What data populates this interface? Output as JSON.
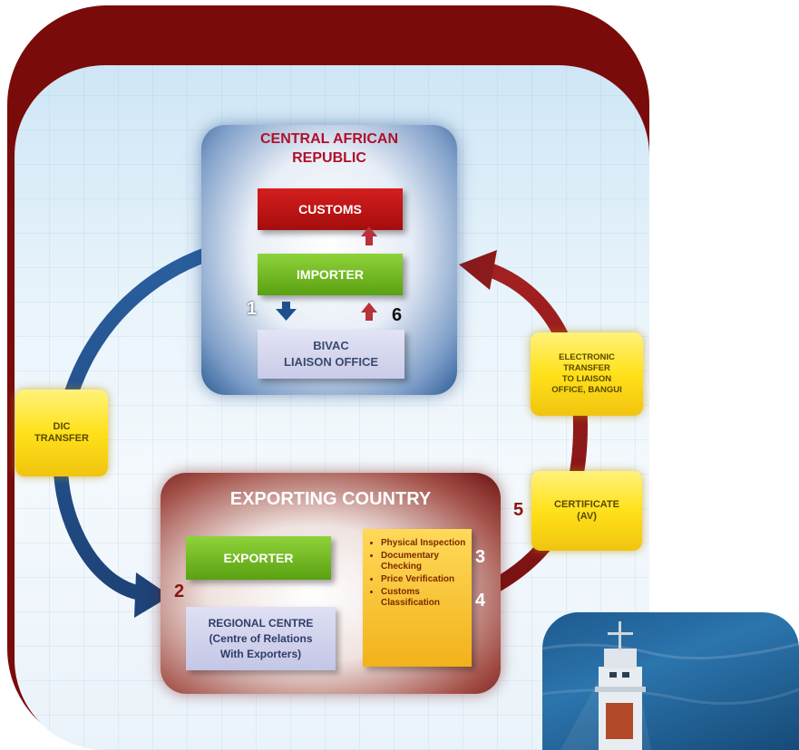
{
  "colors": {
    "frame": "#7a0b0b",
    "panel": "#e9f4fb",
    "blue_arrow": "#2d5b93",
    "red_arrow": "#8b1a1a",
    "customs": "#c41515",
    "importer": "#6db722",
    "yellow": "#ffe11a",
    "num_red": "#8b1313",
    "num_white": "#ffffff"
  },
  "central": {
    "title_line1": "CENTRAL AFRICAN",
    "title_line2": "REPUBLIC",
    "customs": "CUSTOMS",
    "importer": "IMPORTER",
    "bivac_line1": "BIVAC",
    "bivac_line2": "LIAISON OFFICE",
    "num1": "1",
    "num6": "6"
  },
  "exporting": {
    "title": "EXPORTING COUNTRY",
    "exporter": "EXPORTER",
    "regional_line1": "REGIONAL CENTRE",
    "regional_line2": "(Centre of Relations",
    "regional_line3": "With Exporters)",
    "num2": "2",
    "num3": "3",
    "num4": "4",
    "checks": [
      "Physical Inspection",
      "Documentary Checking",
      "Price Verification",
      "Customs Classification"
    ]
  },
  "transfers": {
    "dic_line1": "DIC",
    "dic_line2": "TRANSFER",
    "elec_line1": "ELECTRONIC",
    "elec_line2": "TRANSFER",
    "elec_line3": "TO LIAISON",
    "elec_line4": "OFFICE, BANGUI",
    "cert_line1": "CERTIFICATE",
    "cert_line2": "(AV)",
    "num5": "5"
  },
  "icons": [
    "arrow-down-icon",
    "arrow-up-icon",
    "double-arrow-icon",
    "ship-photo"
  ]
}
